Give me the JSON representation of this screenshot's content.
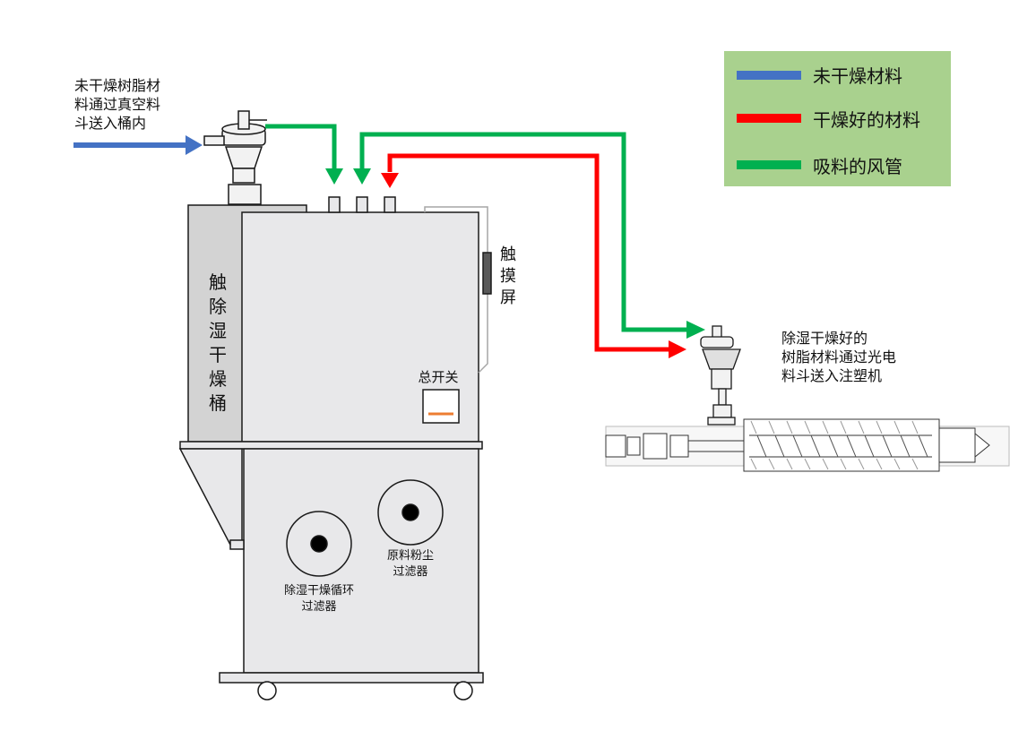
{
  "legend": {
    "background": "#a9d18e",
    "items": [
      {
        "label": "未干燥材料",
        "color": "#4472c4"
      },
      {
        "label": "干燥好的材料",
        "color": "#ff0000"
      },
      {
        "label": "吸料的风管",
        "color": "#00b050"
      }
    ]
  },
  "labels": {
    "input_note": [
      "未干燥树脂材",
      "料通过真空料",
      "斗送入桶内"
    ],
    "dryer_barrel": [
      "触",
      "除",
      "湿",
      "干",
      "燥",
      "桶"
    ],
    "touch_screen": [
      "触",
      "摸",
      "屏"
    ],
    "main_switch": "总开关",
    "output_note": [
      "除湿干燥好的",
      "树脂材料通过光电",
      "料斗送入注塑机"
    ],
    "raw_filter": [
      "原料粉尘",
      "过滤器"
    ],
    "cycle_filter": [
      "除湿干燥循环",
      "过滤器"
    ]
  },
  "colors": {
    "machine_fill": "#e8e8ea",
    "barrel_fill": "#d3d3d3",
    "outline": "#1a1a1a",
    "switch_indicator": "#ed7d31"
  }
}
